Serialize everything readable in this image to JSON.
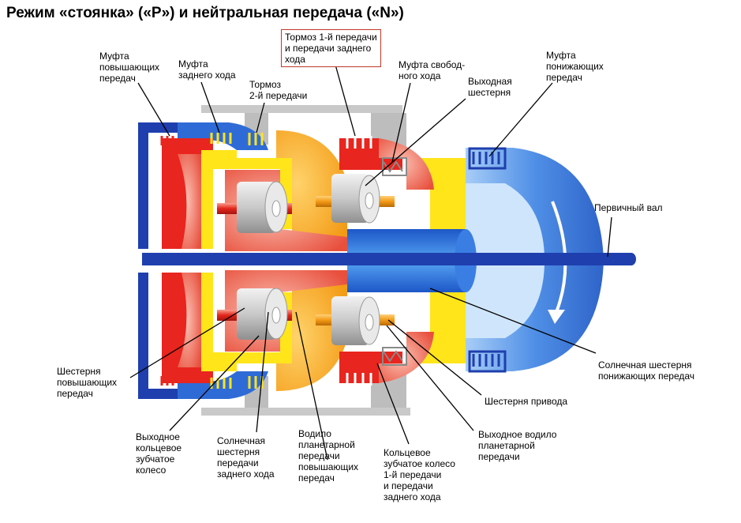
{
  "title": "Режим «стоянка» («P») и нейтральная передача («N»)",
  "labels": {
    "overdrive_clutch": "Муфта\nповышающих\nпередач",
    "reverse_clutch": "Муфта\nзаднего хода",
    "second_brake": "Тормоз\n2-й передачи",
    "first_reverse_brake": "Тормоз 1-й передачи\nи передачи заднего\nхода",
    "one_way_clutch": "Муфта свобод-\nного хода",
    "output_gear": "Выходная\nшестерня",
    "underdrive_clutch": "Муфта\nпонижающих\nпередач",
    "input_shaft": "Первичный вал",
    "underdrive_sun_gear": "Солнечная шестерня\nпонижающих передач",
    "drive_gear": "Шестерня привода",
    "output_carrier": "Выходное водило\nпланетарной\nпередачи",
    "ring_gear_first_reverse": "Кольцевое\nзубчатое колесо\n1-й передачи\nи передачи\nзаднего хода",
    "overdrive_carrier": "Водило\nпланетарной\nпередачи\nповышающих\nпередач",
    "sun_gear_reverse": "Солнечная\nшестерня\nпередачи\nзаднего хода",
    "output_ring_gear": "Выходное\nкольцевое\nзубчатое\nколесо",
    "overdrive_gear": "Шестерня\nповышающих\nпередач"
  },
  "colors": {
    "blue_dark": "#1f3fae",
    "blue_light": "#6fa6ef",
    "red": "#e8251e",
    "yellow": "#ffe51a",
    "orange": "#f6a31c",
    "gray": "#c7c7c7"
  }
}
